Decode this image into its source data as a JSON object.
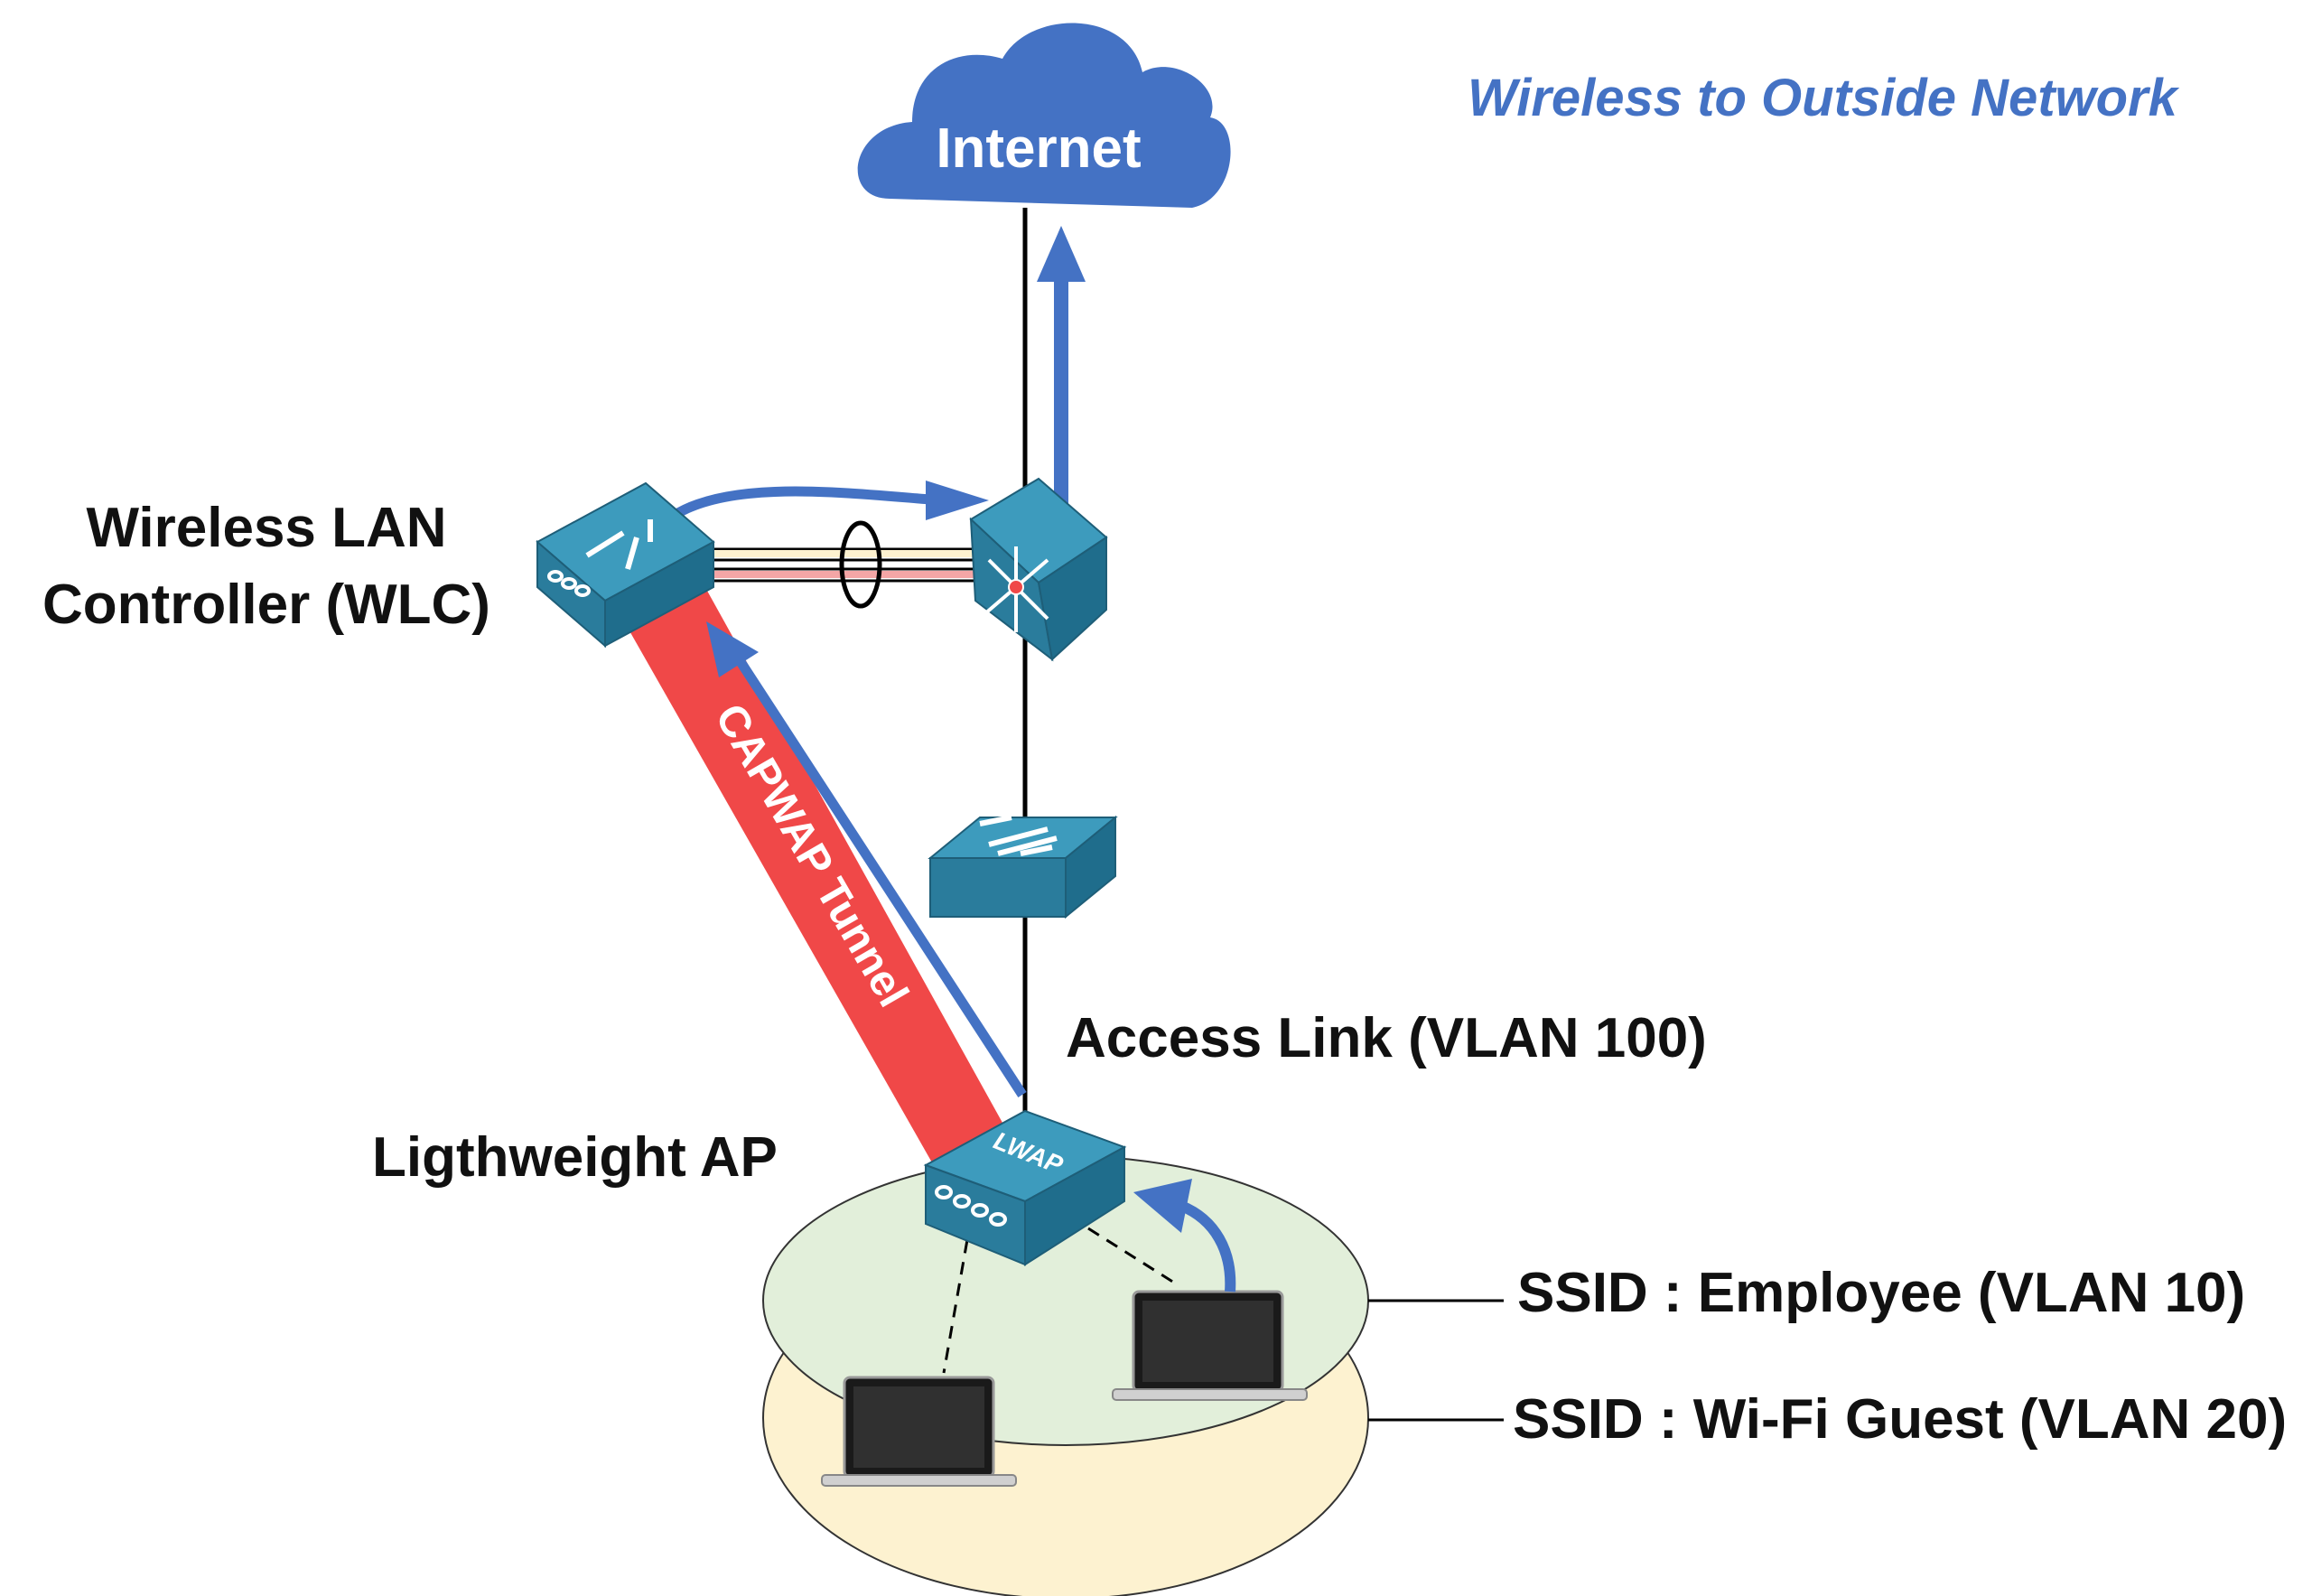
{
  "title": "Wireless to Outside Network",
  "cloud": {
    "label": "Internet"
  },
  "labels": {
    "wlc_line1": "Wireless LAN",
    "wlc_line2": "Controller (WLC)",
    "access_link": "Access Link (VLAN 100)",
    "lightweight_ap": "Ligthweight AP",
    "ssid_employee": "SSID : Employee (VLAN 10)",
    "ssid_guest": "SSID : Wi-Fi Guest (VLAN 20)"
  },
  "tunnel": {
    "label": "CAPWAP Tunnel"
  },
  "ap": {
    "badge": "LWAP"
  },
  "colors": {
    "cloud": "#4472c4",
    "title": "#4472c4",
    "flow_arrow": "#4472c4",
    "tunnel": "#f04848",
    "device_top": "#3d9bbd",
    "device_side": "#2a7c9c",
    "employee_zone": "#e2efda",
    "guest_zone": "#fdf2d0"
  }
}
